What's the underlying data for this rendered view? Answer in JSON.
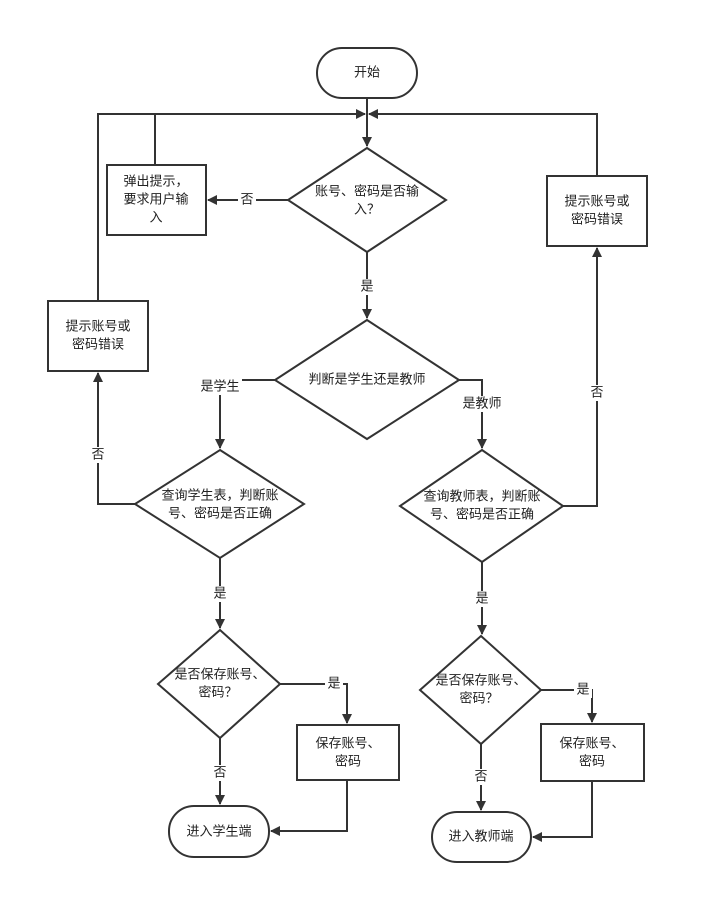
{
  "nodes": {
    "start": {
      "lines": [
        "开始"
      ]
    },
    "check_input": {
      "lines": [
        "账号、密码是否输",
        "入？"
      ]
    },
    "prompt_input": {
      "lines": [
        "弹出提示，",
        "要求用户输",
        "入"
      ]
    },
    "role": {
      "lines": [
        "判断是学生还是教师"
      ]
    },
    "query_student": {
      "lines": [
        "查询学生表，判断账",
        "号、密码是否正确"
      ]
    },
    "error_left": {
      "lines": [
        "提示账号或",
        "密码错误"
      ]
    },
    "save_student_q": {
      "lines": [
        "是否保存账号、",
        "密码？"
      ]
    },
    "save_student": {
      "lines": [
        "保存账号、",
        "密码"
      ]
    },
    "enter_student": {
      "lines": [
        "进入学生端"
      ]
    },
    "query_teacher": {
      "lines": [
        "查询教师表，判断账",
        "号、密码是否正确"
      ]
    },
    "error_right": {
      "lines": [
        "提示账号或",
        "密码错误"
      ]
    },
    "save_teacher_q": {
      "lines": [
        "是否保存账号、",
        "密码？"
      ]
    },
    "save_teacher": {
      "lines": [
        "保存账号、",
        "密码"
      ]
    },
    "enter_teacher": {
      "lines": [
        "进入教师端"
      ]
    }
  },
  "edges": {
    "input_no": "否",
    "input_yes": "是",
    "is_student": "是学生",
    "is_teacher": "是教师",
    "student_no": "否",
    "student_yes": "是",
    "save_s_yes": "是",
    "save_s_no": "否",
    "teacher_no": "否",
    "teacher_yes": "是",
    "save_t_yes": "是",
    "save_t_no": "否"
  }
}
